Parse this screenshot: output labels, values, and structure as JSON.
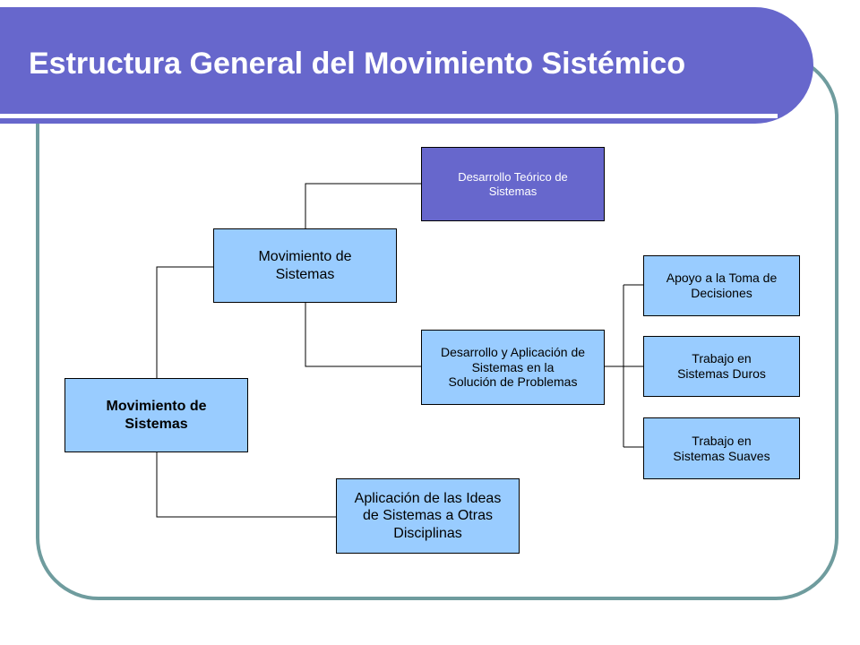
{
  "slide": {
    "title": "Estructura General del Movimiento Sistémico",
    "colors": {
      "title_bar": "#6767cc",
      "frame": "#6f9c9e",
      "node_fill": "#99ccff",
      "node_dark_fill": "#6767cc",
      "connector": "#000000"
    }
  },
  "diagram": {
    "nodes": {
      "root": "Movimiento de\nSistemas",
      "systems_movement": "Movimiento de\nSistemas",
      "theoretical_development": "Desarrollo Teórico de\nSistemas",
      "problem_solving": "Desarrollo y Aplicación de\nSistemas en la\nSolución de Problemas",
      "decision_support": "Apoyo a la Toma de\nDecisiones",
      "hard_systems": "Trabajo en\nSistemas Duros",
      "soft_systems": "Trabajo en\nSistemas Suaves",
      "other_disciplines": "Aplicación de las Ideas\nde Sistemas a Otras\nDisciplinas"
    }
  }
}
